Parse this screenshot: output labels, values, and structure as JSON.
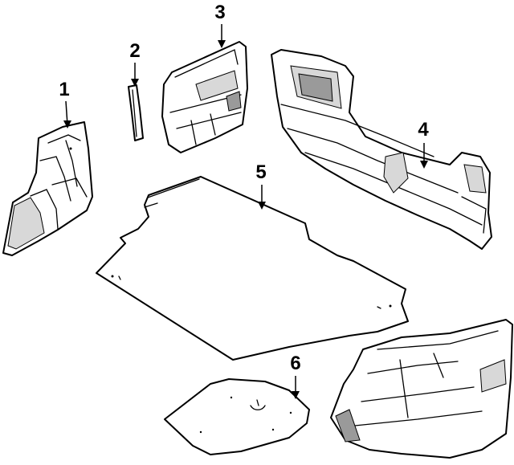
{
  "callouts": [
    {
      "id": "1",
      "label": "1"
    },
    {
      "id": "2",
      "label": "2"
    },
    {
      "id": "3",
      "label": "3"
    },
    {
      "id": "4",
      "label": "4"
    },
    {
      "id": "5",
      "label": "5"
    },
    {
      "id": "6",
      "label": "6"
    }
  ],
  "colors": {
    "line": "#000000",
    "background": "#ffffff",
    "shading": "#d8d8d8"
  }
}
